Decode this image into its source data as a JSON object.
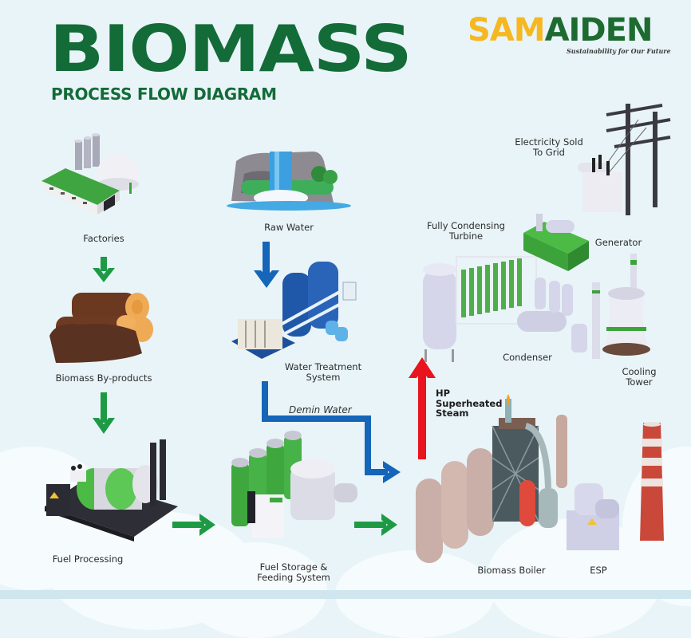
{
  "header": {
    "title": "BIOMASS",
    "subtitle": "PROCESS FLOW DIAGRAM"
  },
  "logo": {
    "part1": "SAM",
    "part2": "AIDEN",
    "tagline": "Sustainability for Our Future"
  },
  "colors": {
    "title_green": "#136b38",
    "logo_yellow": "#f5b821",
    "logo_green": "#1d6b30",
    "flow_green": "#1e9a45",
    "water_blue": "#1565b8",
    "steam_red": "#e8141e",
    "background": "#e8f4f8"
  },
  "nodes": [
    {
      "id": "factories",
      "label": "Factories",
      "icon": "factory-icon"
    },
    {
      "id": "biomass-byproducts",
      "label": "Biomass By-products",
      "icon": "logs-icon"
    },
    {
      "id": "fuel-processing",
      "label": "Fuel Processing",
      "icon": "fuel-processing-machine-icon"
    },
    {
      "id": "raw-water",
      "label": "Raw Water",
      "icon": "waterfall-icon"
    },
    {
      "id": "water-treatment",
      "label_line1": "Water Treatment",
      "label_line2": "System",
      "icon": "water-treatment-icon"
    },
    {
      "id": "fuel-storage",
      "label_line1": "Fuel Storage &",
      "label_line2": "Feeding System",
      "icon": "silo-icon"
    },
    {
      "id": "biomass-boiler",
      "label": "Biomass Boiler",
      "icon": "boiler-icon"
    },
    {
      "id": "esp",
      "label": "ESP",
      "icon": "esp-icon"
    },
    {
      "id": "turbine",
      "label_line1": "Fully Condensing",
      "label_line2": "Turbine",
      "icon": "turbine-icon"
    },
    {
      "id": "generator",
      "label": "Generator",
      "icon": "generator-icon"
    },
    {
      "id": "condenser",
      "label": "Condenser",
      "icon": "condenser-icon"
    },
    {
      "id": "cooling-tower",
      "label_line1": "Cooling",
      "label_line2": "Tower",
      "icon": "cooling-tower-icon"
    },
    {
      "id": "grid",
      "label_line1": "Electricity Sold",
      "label_line2": "To Grid",
      "icon": "power-pylon-icon"
    }
  ],
  "flows": [
    {
      "from": "factories",
      "to": "biomass-byproducts",
      "label": ""
    },
    {
      "from": "biomass-byproducts",
      "to": "fuel-processing",
      "label": ""
    },
    {
      "from": "fuel-processing",
      "to": "fuel-storage",
      "label": ""
    },
    {
      "from": "fuel-storage",
      "to": "biomass-boiler",
      "label": ""
    },
    {
      "from": "raw-water",
      "to": "water-treatment",
      "label": ""
    },
    {
      "from": "water-treatment",
      "to": "biomass-boiler",
      "label": "Demin Water"
    },
    {
      "from": "biomass-boiler",
      "to": "turbine",
      "label_line1": "HP",
      "label_line2": "Superheated",
      "label_line3": "Steam"
    }
  ]
}
